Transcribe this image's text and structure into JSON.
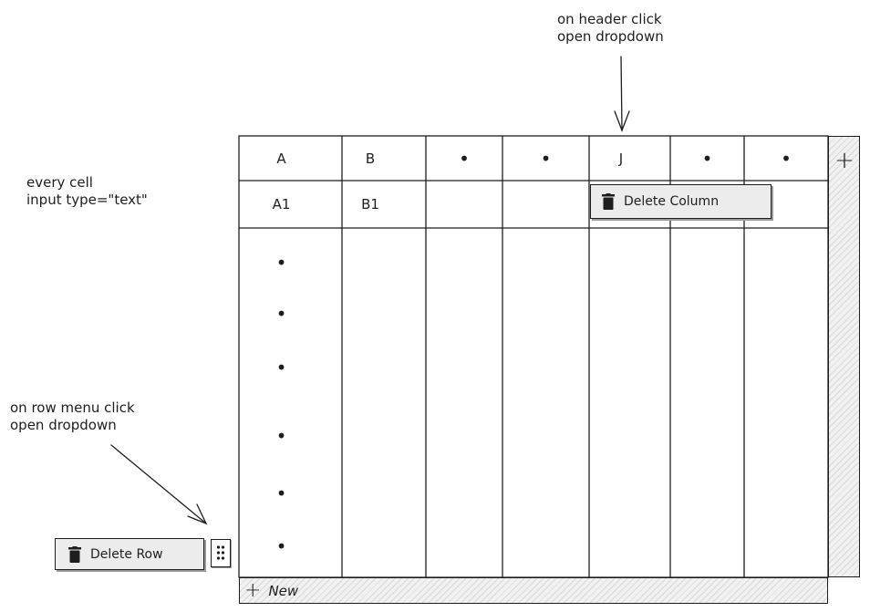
{
  "annotations": {
    "header_click": "on header click\nopen dropdown",
    "cell_type": "every cell\ninput type=\"text\"",
    "row_menu_click": "on row menu click\nopen dropdown"
  },
  "table": {
    "headers": [
      "A",
      "B",
      "•",
      "•",
      "J",
      "•",
      "•"
    ],
    "first_row": [
      "A1",
      "B1",
      "",
      "",
      "",
      "",
      ""
    ],
    "row_placeholders": [
      "•",
      "•",
      "•",
      "•",
      "•",
      "•"
    ]
  },
  "add_column_label": "+",
  "new_row": {
    "icon": "+",
    "label": "New"
  },
  "column_menu": {
    "icon": "trash-icon",
    "label": "Delete Column"
  },
  "row_menu": {
    "icon": "trash-icon",
    "label": "Delete Row",
    "handle_icon": "drag-handle-icon"
  }
}
